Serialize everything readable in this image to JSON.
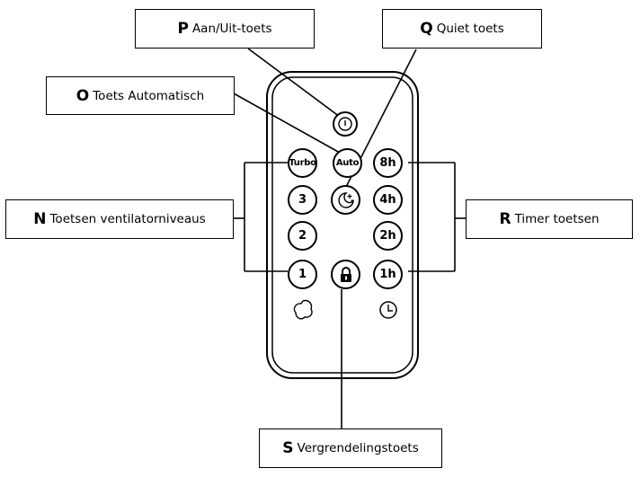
{
  "callouts": {
    "p": {
      "letter": "P",
      "text": "Aan/Uit-toets"
    },
    "q": {
      "letter": "Q",
      "text": "Quiet toets"
    },
    "o": {
      "letter": "O",
      "text": "Toets Automatisch"
    },
    "n": {
      "letter": "N",
      "text": "Toetsen ventilatorniveaus"
    },
    "r": {
      "letter": "R",
      "text": "Timer toetsen"
    },
    "s": {
      "letter": "S",
      "text": "Vergrendelingstoets"
    }
  },
  "buttons": {
    "turbo": "Turbo",
    "auto": "Auto",
    "fan3": "3",
    "fan2": "2",
    "fan1": "1",
    "t8h": "8h",
    "t4h": "4h",
    "t2h": "2h",
    "t1h": "1h"
  },
  "icons": {
    "power": "power-icon",
    "quiet": "moon-stars-icon",
    "lock": "lock-icon",
    "fan": "fan-icon",
    "clock": "clock-icon"
  }
}
